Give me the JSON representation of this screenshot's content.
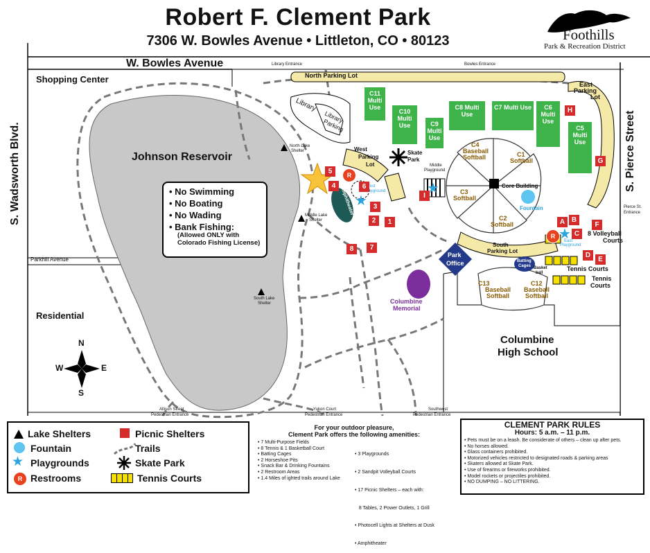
{
  "header": {
    "title": "Robert F. Clement Park",
    "address": "7306 W. Bowles Avenue • Littleton, CO • 80123",
    "logo_name": "Foothills",
    "logo_sub": "Park & Recreation District"
  },
  "streets": {
    "bowles": "W. Bowles Avenue",
    "wadsworth": "S. Wadsworth Blvd.",
    "pierce": "S. Pierce Street",
    "parkhill": "Parkhill Avenue"
  },
  "areas": {
    "shopping": "Shopping Center",
    "residential": "Residential",
    "reservoir": "Johnson Reservoir",
    "high_school_1": "Columbine",
    "high_school_2": "High School",
    "memorial_1": "Columbine",
    "memorial_2": "Memorial",
    "park_office_1": "Park",
    "park_office_2": "Office",
    "core_building": "Core Building",
    "fountain": "Fountain",
    "amphitheater": "Amphitheater",
    "skate_park_1": "Skate",
    "skate_park_2": "Park",
    "library_1": "Library",
    "library_2": "Library",
    "library_3": "Parking",
    "batting_1": "Batting",
    "batting_2": "Cages",
    "basketball_1": "Basket",
    "basketball_2": "ball"
  },
  "lots": {
    "north": "North Parking Lot",
    "east_1": "East",
    "east_2": "Parking",
    "east_3": "Lot",
    "west_1": "West",
    "west_2": "Parking",
    "west_3": "Lot",
    "south_1": "South",
    "south_2": "Parking Lot"
  },
  "entrances": {
    "library": "Library Entrance",
    "bowles": "Bowles Entrance",
    "pierce_1": "Pierce St.",
    "pierce_2": "Entrance",
    "allison_1": "Allison Street",
    "allison_2": "Pedestrian Entrance",
    "yukon_1": "Yukon Court",
    "yukon_2": "Pedestrian Entrance",
    "southwest_1": "Southwest",
    "southwest_2": "Pedestrian Entrance"
  },
  "shelters_lake": {
    "north_1": "North Lake",
    "north_2": "Shelter",
    "middle_1": "Middle Lake",
    "middle_2": "Shelter",
    "south_1": "South Lake",
    "south_2": "Shelter"
  },
  "playgrounds": {
    "west_1": "West",
    "west_2": "Playground",
    "middle_1": "Middle",
    "middle_2": "Playground",
    "east_1": "East",
    "east_2": "Playground"
  },
  "fields": [
    "C11 Multi Use",
    "C10 Multi Use",
    "C9 Multi Use",
    "C8 Multi Use",
    "C7 Multi Use",
    "C6 Multi Use",
    "C5 Multi Use"
  ],
  "ballfields": {
    "c4_1": "C4",
    "c4_2": "Baseball",
    "c4_3": "Softball",
    "c1_1": "C1",
    "c1_2": "Softball",
    "c3_1": "C3",
    "c3_2": "Softball",
    "c2_1": "C2",
    "c2_2": "Softball",
    "c13_1": "C13",
    "c13_2": "Baseball",
    "c13_3": "Softball",
    "c12_1": "C12",
    "c12_2": "Baseball",
    "c12_3": "Softball"
  },
  "courts": {
    "volleyball_1": "8 Volleyball",
    "volleyball_2": "Courts",
    "tennis_a": "Tennis Courts",
    "tennis_b_1": "Tennis",
    "tennis_b_2": "Courts"
  },
  "picnic_shelters": [
    "1",
    "2",
    "3",
    "4",
    "5",
    "6",
    "7",
    "8",
    "A",
    "B",
    "C",
    "D",
    "E",
    "F",
    "G",
    "H",
    "I"
  ],
  "restroom_symbol": "R",
  "lake_rules": [
    "No Swimming",
    "No Boating",
    "No Wading",
    "Bank Fishing:"
  ],
  "lake_rules_note": "(Allowed ONLY with Colorado Fishing License)",
  "compass": {
    "n": "N",
    "s": "S",
    "e": "E",
    "w": "W"
  },
  "legend": {
    "lake_shelters": "Lake Shelters",
    "picnic_shelters": "Picnic Shelters",
    "fountain": "Fountain",
    "trails": "Trails",
    "playgrounds": "Playgrounds",
    "skate_park": "Skate Park",
    "restrooms": "Restrooms",
    "tennis_courts": "Tennis Courts"
  },
  "amenities": {
    "heading_1": "For your outdoor pleasure,",
    "heading_2": "Clement Park offers the following amenities:",
    "left": [
      "• 7 Multi-Purpose Fields",
      "• 8 Tennis & 1 Basketball Court",
      "• Batting Cages",
      "• 2 Horseshoe Pits",
      "• Snack Bar & Drinking Fountains",
      "• 2 Restroom Areas",
      "• 1.4 Miles of ighted trails around Lake"
    ],
    "right": [
      "• 3 Playgrounds",
      "• 2 Sandpit Volleyball Courts",
      "• 17 Picnic Shelters – each with:",
      "   8 Tables, 2 Power Outlets, 1 Grill",
      "• Photocell Lights at Shelters at Dusk",
      "• Amphitheater"
    ]
  },
  "rules": {
    "title": "CLEMENT PARK RULES",
    "hours": "Hours: 5 a.m. – 11 p.m.",
    "items": [
      "• Pets must be on a leash. Be considerate of others – clean up after pets.",
      "• No horses allowed.",
      "• Glass containers prohibited.",
      "• Motorized vehicles restricted to designated roads & parking areas",
      "• Skaters allowed at Skate Park.",
      "• Use of firearms or fireworks prohibited.",
      "• Model rockets or projectiles prohibited.",
      "• NO DUMPING – NO LITTERING."
    ]
  },
  "colors": {
    "field_green": "#3db34a",
    "parking_tan": "#f5e9a8",
    "lake_gray": "#c8c8c8",
    "shelter_red": "#d52b2b",
    "playground_blue": "#2ba4e0",
    "memorial_purple": "#7b2d9b",
    "office_navy": "#233a8a",
    "tennis_yellow": "#f5e000"
  }
}
